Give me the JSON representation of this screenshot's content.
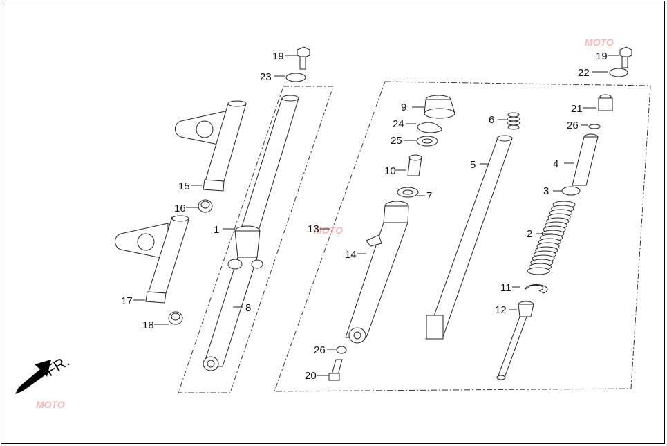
{
  "direction_label": "FR.",
  "callouts": [
    {
      "num": "1",
      "part": "fork-pipe-right"
    },
    {
      "num": "2",
      "part": "fork-spring"
    },
    {
      "num": "3",
      "part": "spring-seat"
    },
    {
      "num": "4",
      "part": "spacer-collar"
    },
    {
      "num": "5",
      "part": "fork-pipe-left"
    },
    {
      "num": "6",
      "part": "rebound-spring"
    },
    {
      "num": "7",
      "part": "oil-seal-ring"
    },
    {
      "num": "8",
      "part": "fork-assembly-right"
    },
    {
      "num": "9",
      "part": "dust-seal"
    },
    {
      "num": "10",
      "part": "oil-lock-piece"
    },
    {
      "num": "11",
      "part": "circlip"
    },
    {
      "num": "12",
      "part": "damper-rod"
    },
    {
      "num": "13",
      "part": "fork-assembly-left"
    },
    {
      "num": "14",
      "part": "bottom-case-left"
    },
    {
      "num": "15",
      "part": "bottom-bridge-right"
    },
    {
      "num": "16",
      "part": "bushing-right"
    },
    {
      "num": "17",
      "part": "bottom-bridge-left"
    },
    {
      "num": "18",
      "part": "bushing-left"
    },
    {
      "num": "19",
      "part": "top-bolt"
    },
    {
      "num": "20",
      "part": "socket-bolt"
    },
    {
      "num": "21",
      "part": "fork-top-plug"
    },
    {
      "num": "22",
      "part": "washer"
    },
    {
      "num": "23",
      "part": "washer"
    },
    {
      "num": "24",
      "part": "stopper-ring"
    },
    {
      "num": "25",
      "part": "oil-seal"
    },
    {
      "num": "26",
      "part": "o-ring"
    }
  ],
  "watermark_text": "MOTO"
}
